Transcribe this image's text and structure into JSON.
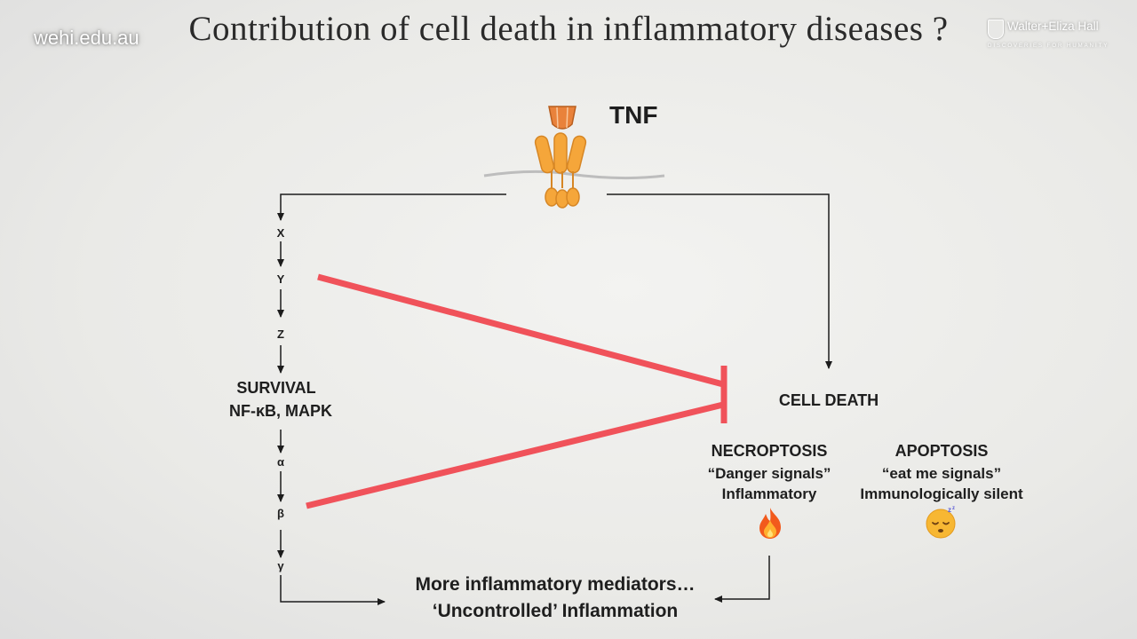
{
  "slide": {
    "title": "Contribution of cell death in inflammatory diseases ?",
    "watermark": "wehi.edu.au",
    "logo": {
      "name": "Walter+Eliza Hall",
      "tagline": "DISCOVERIES FOR HUMANITY"
    }
  },
  "diagram": {
    "ligand_label": "TNF",
    "survival_path": {
      "steps_upper": [
        "X",
        "Y",
        "Z"
      ],
      "survival_title": "SURVIVAL",
      "survival_sub": "NF-κB, MAPK",
      "steps_lower": [
        "α",
        "β",
        "γ"
      ]
    },
    "cell_death": {
      "title": "CELL DEATH",
      "necroptosis": {
        "title": "NECROPTOSIS",
        "line1": "“Danger signals”",
        "line2": "Inflammatory",
        "icon": "fire-icon"
      },
      "apoptosis": {
        "title": "APOPTOSIS",
        "line1": "“eat me signals”",
        "line2": "Immunologically silent",
        "icon": "sleeping-face-icon"
      }
    },
    "outcome": {
      "line1": "More inflammatory mediators…",
      "line2": "‘Uncontrolled’ Inflammation"
    },
    "colors": {
      "inhibition": "#f0525a",
      "receptor": "#f5a63a",
      "ligand": "#e9823b",
      "membrane": "#bdbdbd",
      "arrow": "#1c1c1c"
    }
  }
}
